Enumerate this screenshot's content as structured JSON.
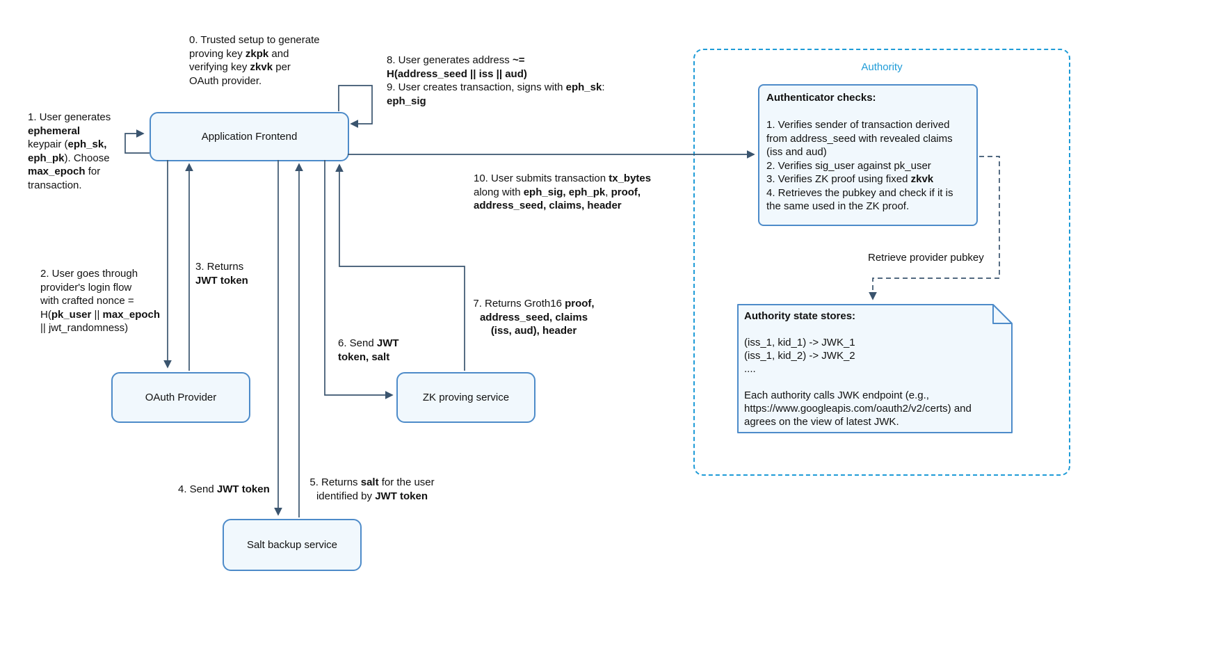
{
  "colors": {
    "node_border": "#4d8bc9",
    "node_fill": "#f1f8fd",
    "authority_border": "#1e9bd7",
    "authority_text": "#1e9bd7",
    "arrow": "#3a546e",
    "text": "#111111"
  },
  "nodes": {
    "frontend": {
      "label": "Application Frontend"
    },
    "oauth": {
      "label": "OAuth Provider"
    },
    "zk": {
      "label": "ZK proving service"
    },
    "salt": {
      "label": "Salt backup service"
    }
  },
  "authority": {
    "label": "Authority",
    "retrieve_label": "Retrieve provider pubkey",
    "authenticator": {
      "title": "Authenticator checks:",
      "lines": [
        [],
        [
          {
            "t": "1. Verifies sender of transaction derived from address_seed with revealed claims (iss and aud)"
          }
        ],
        [
          {
            "t": "2. Verifies sig_user against pk_user"
          }
        ],
        [
          {
            "t": "3. Verifies ZK proof using fixed "
          },
          {
            "t": "zkvk",
            "b": true
          }
        ],
        [
          {
            "t": "4. Retrieves the pubkey and check if it is the same used in the ZK proof."
          }
        ]
      ]
    },
    "state_store": {
      "title": "Authority state stores:",
      "lines": [
        [],
        [
          {
            "t": "(iss_1, kid_1) -> JWK_1"
          }
        ],
        [
          {
            "t": "(iss_1, kid_2) -> JWK_2"
          }
        ],
        [
          {
            "t": "...."
          }
        ],
        [],
        [
          {
            "t": "Each authority calls JWK endpoint (e.g., https://www.googleapis.com/oauth2/v2/certs) and agrees on the view of latest JWK."
          }
        ]
      ]
    }
  },
  "annotations": {
    "step0": {
      "lines": [
        [
          {
            "t": "0. Trusted setup to generate"
          }
        ],
        [
          {
            "t": "proving key "
          },
          {
            "t": "zkpk",
            "b": true
          },
          {
            "t": " and"
          }
        ],
        [
          {
            "t": "verifying key "
          },
          {
            "t": "zkvk",
            "b": true
          },
          {
            "t": " per"
          }
        ],
        [
          {
            "t": "OAuth provider."
          }
        ]
      ]
    },
    "step89": {
      "lines": [
        [
          {
            "t": "8. User generates address "
          },
          {
            "t": "~=",
            "b": true
          }
        ],
        [
          {
            "t": "H(address_seed || iss || aud)",
            "b": true
          }
        ],
        [
          {
            "t": "9. User creates transaction, signs with "
          },
          {
            "t": "eph_sk",
            "b": true
          },
          {
            "t": ":"
          }
        ],
        [
          {
            "t": "eph_sig",
            "b": true
          }
        ]
      ]
    },
    "step1": {
      "lines": [
        [
          {
            "t": "1. User generates"
          }
        ],
        [
          {
            "t": "ephemeral",
            "b": true
          }
        ],
        [
          {
            "t": "keypair ("
          },
          {
            "t": "eph_sk,",
            "b": true
          }
        ],
        [
          {
            "t": "eph_pk",
            "b": true
          },
          {
            "t": "). Choose"
          }
        ],
        [
          {
            "t": "max_epoch",
            "b": true
          },
          {
            "t": " for"
          }
        ],
        [
          {
            "t": "transaction."
          }
        ]
      ]
    },
    "step10": {
      "lines": [
        [
          {
            "t": "10. User submits transaction "
          },
          {
            "t": "tx_bytes",
            "b": true
          }
        ],
        [
          {
            "t": "along with "
          },
          {
            "t": "eph_sig, eph_pk",
            "b": true
          },
          {
            "t": ", "
          },
          {
            "t": "proof,",
            "b": true
          }
        ],
        [
          {
            "t": "address_seed, claims, header",
            "b": true
          }
        ]
      ]
    },
    "step2": {
      "lines": [
        [
          {
            "t": "2. User goes through"
          }
        ],
        [
          {
            "t": "provider's login flow"
          }
        ],
        [
          {
            "t": "with crafted nonce ="
          }
        ],
        [
          {
            "t": "H("
          },
          {
            "t": "pk_user",
            "b": true
          },
          {
            "t": " || "
          },
          {
            "t": "max_epoch",
            "b": true
          }
        ],
        [
          {
            "t": "|| jwt_randomness)"
          }
        ]
      ]
    },
    "step3": {
      "lines": [
        [
          {
            "t": "3. Returns"
          }
        ],
        [
          {
            "t": "JWT token",
            "b": true
          }
        ]
      ]
    },
    "step6": {
      "lines": [
        [
          {
            "t": "6. Send "
          },
          {
            "t": "JWT",
            "b": true
          }
        ],
        [
          {
            "t": "token, salt",
            "b": true
          }
        ]
      ]
    },
    "step7": {
      "lines": [
        [
          {
            "t": "7. Returns Groth16 "
          },
          {
            "t": "proof,",
            "b": true
          }
        ],
        [
          {
            "t": "address_seed, claims",
            "b": true
          }
        ],
        [
          {
            "t": "(iss, aud), header",
            "b": true
          }
        ]
      ]
    },
    "step4": {
      "lines": [
        [
          {
            "t": "4. Send "
          },
          {
            "t": "JWT token",
            "b": true
          }
        ]
      ]
    },
    "step5": {
      "lines": [
        [
          {
            "t": "5. Returns "
          },
          {
            "t": "salt",
            "b": true
          },
          {
            "t": " for the user"
          }
        ],
        [
          {
            "t": "identified by "
          },
          {
            "t": "JWT token",
            "b": true
          }
        ]
      ]
    }
  }
}
